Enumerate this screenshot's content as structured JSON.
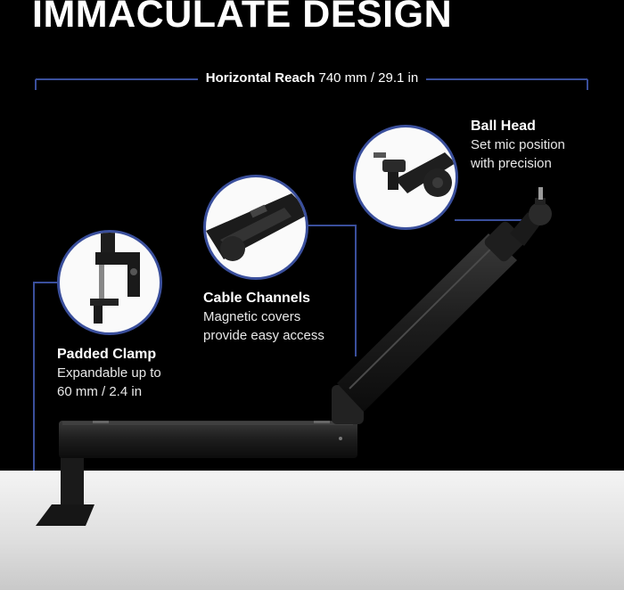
{
  "headline": "IMMACULATE DESIGN",
  "reach": {
    "title": "Horizontal Reach",
    "value": "740 mm / 29.1 in"
  },
  "callouts": {
    "ball_head": {
      "title": "Ball Head",
      "line1": "Set mic position",
      "line2": "with precision"
    },
    "cable_channels": {
      "title": "Cable Channels",
      "line1": "Magnetic covers",
      "line2": "provide easy access"
    },
    "padded_clamp": {
      "title": "Padded Clamp",
      "line1": "Expandable up to",
      "line2": "60 mm / 2.4 in"
    }
  },
  "colors": {
    "accent": "#3a4f9c",
    "background": "#000000",
    "arm": "#1c1c1c",
    "desk": "#e8e8e8"
  }
}
